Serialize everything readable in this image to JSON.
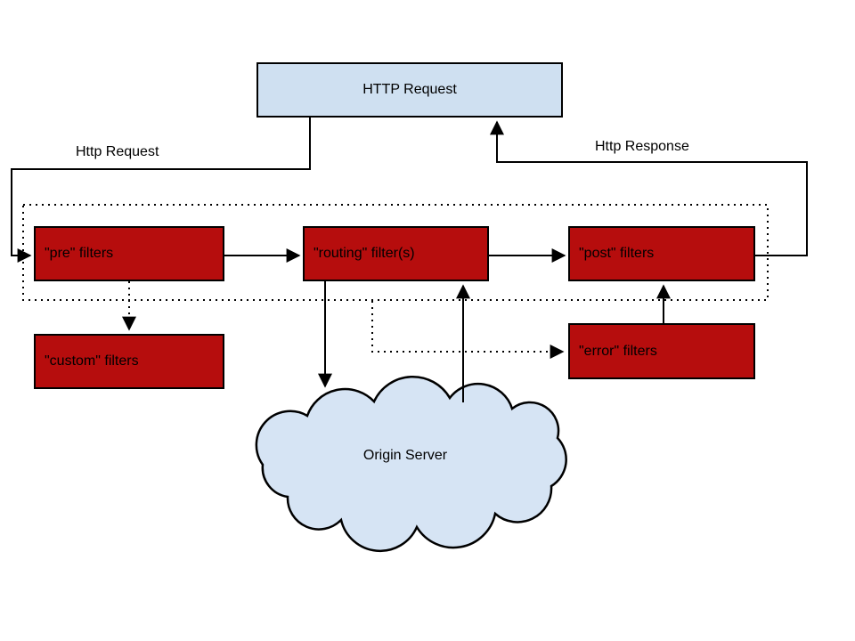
{
  "nodes": {
    "http_request_box": "HTTP Request",
    "pre_filters": "\"pre\" filters",
    "routing_filters": "\"routing\" filter(s)",
    "post_filters": "\"post\" filters",
    "custom_filters": "\"custom\" filters",
    "error_filters": "\"error\" filters",
    "origin_server": "Origin Server"
  },
  "edge_labels": {
    "request": "Http Request",
    "response": "Http Response"
  },
  "edges": [
    {
      "from": "HTTP Request",
      "to": "\"pre\" filters",
      "label": "Http Request",
      "style": "solid"
    },
    {
      "from": "\"pre\" filters",
      "to": "\"routing\" filter(s)",
      "style": "solid"
    },
    {
      "from": "\"routing\" filter(s)",
      "to": "\"post\" filters",
      "style": "solid"
    },
    {
      "from": "\"post\" filters",
      "to": "HTTP Request",
      "label": "Http Response",
      "style": "solid"
    },
    {
      "from": "\"routing\" filter(s)",
      "to": "Origin Server",
      "style": "solid"
    },
    {
      "from": "Origin Server",
      "to": "\"routing\" filter(s)",
      "style": "solid"
    },
    {
      "from": "\"pre\" filters",
      "to": "\"custom\" filters",
      "style": "dotted"
    },
    {
      "from": "filter-chain-boundary",
      "to": "\"error\" filters",
      "style": "dotted"
    },
    {
      "from": "\"error\" filters",
      "to": "\"post\" filters",
      "style": "solid"
    }
  ],
  "colors": {
    "filter_box_fill": "#b60d0d",
    "request_box_fill": "#cfe0f1",
    "cloud_fill": "#d6e4f4",
    "line": "#000000",
    "background": "#ffffff"
  }
}
